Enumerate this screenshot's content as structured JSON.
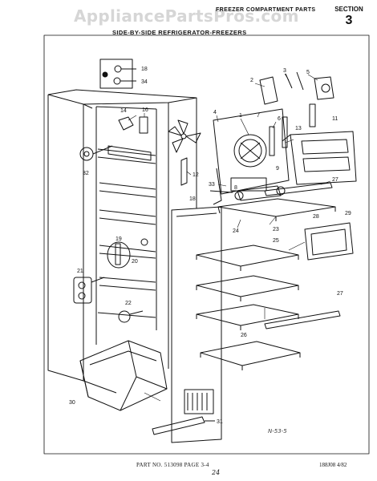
{
  "watermark": "AppliancePartsPros.com",
  "header": {
    "title": "FREEZER COMPARTMENT PARTS",
    "subtitle": "SIDE-BY-SIDE REFRIGERATOR-FREEZERS",
    "section_label": "SECTION",
    "section_number": "3"
  },
  "footer": {
    "part_page": "PART NO. 513098   PAGE 3-4",
    "date_code": "188J08 4/82",
    "handwritten": "24"
  },
  "stamp": "N-53-5",
  "callouts": [
    "18",
    "34",
    "2",
    "3",
    "5",
    "4",
    "16",
    "14",
    "1",
    "6",
    "7",
    "13",
    "11",
    "27",
    "9",
    "8",
    "32",
    "12",
    "33",
    "23",
    "18",
    "24",
    "28",
    "29",
    "25",
    "19",
    "20",
    "21",
    "22",
    "27",
    "26",
    "30",
    "31"
  ]
}
